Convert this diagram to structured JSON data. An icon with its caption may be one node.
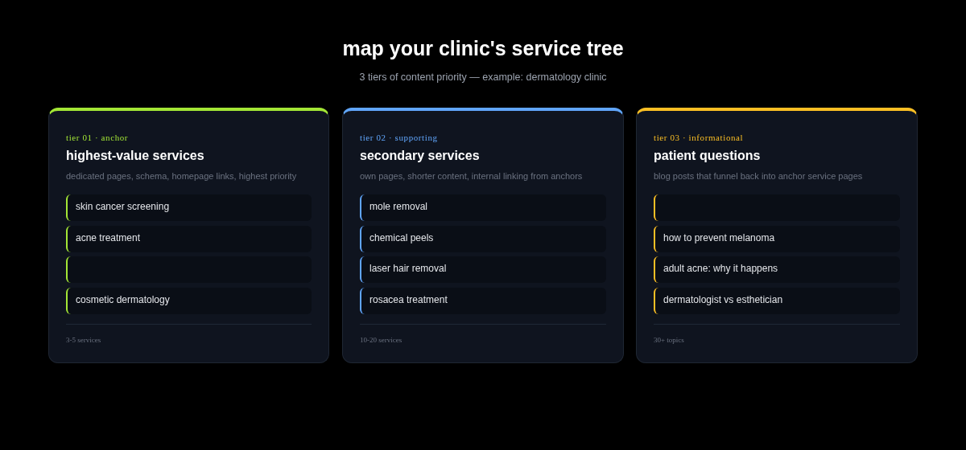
{
  "diagram": {
    "title": "map your clinic's service tree",
    "nodes": [
      {
        "text": [
          "tier 01 · anchor",
          "highest-value services",
          "dedicated pages, schema, homepage links, highest priority",
          "3-5 services"
        ]
      },
      {
        "text": [
          "skin cancer screening"
        ],
        "in": 0
      },
      {
        "text": [
          "acne treatment"
        ],
        "in": 0
      },
      {
        "text": [],
        "shape": "box",
        "in": 0
      },
      {
        "text": [
          "cosmetic dermatology"
        ],
        "in": 0
      },
      {
        "text": [
          "tier 02 · supporting",
          "secondary services",
          "own pages, shorter content, internal linking from anchors",
          "10-20 services"
        ]
      },
      {
        "text": [
          "mole removal"
        ],
        "in": 5
      },
      {
        "text": [
          "chemical peels"
        ],
        "in": 5
      },
      {
        "text": [
          "laser hair removal"
        ],
        "in": 5
      },
      {
        "text": [
          "rosacea treatment"
        ],
        "in": 5
      },
      {
        "text": [
          "tier 03 · informational",
          "patient questions",
          "blog posts that funnel back into anchor service pages",
          "30+ topics"
        ]
      },
      {
        "text": [],
        "shape": "box",
        "in": 10
      },
      {
        "text": [
          "how to prevent melanoma"
        ],
        "in": 10
      },
      {
        "text": [
          "adult acne: why it happens"
        ],
        "in": 10
      },
      {
        "text": [
          "dermatologist vs esthetician"
        ],
        "in": 10
      }
    ],
    "edges": [],
    "labels": [
      "3 tiers of content priority — example: dermatology clinic"
    ]
  }
}
